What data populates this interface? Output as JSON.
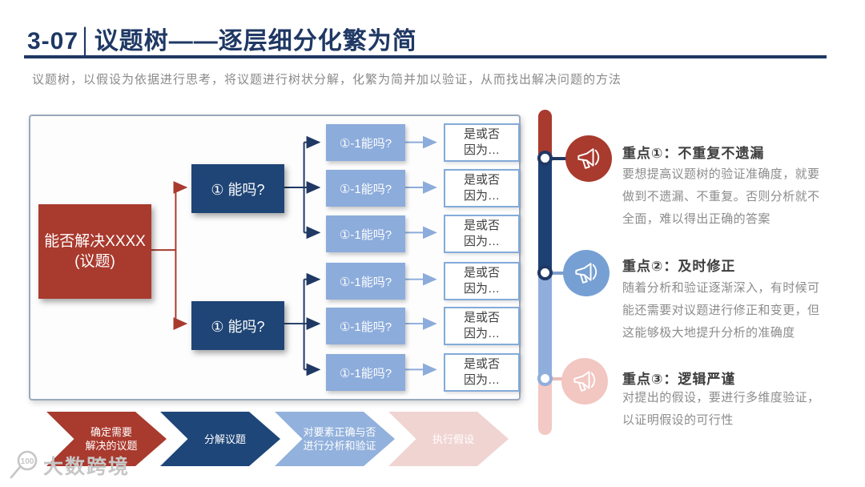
{
  "header": {
    "title_bold": "3-07│议题树",
    "title_rest": "——逐层细分化繁为简",
    "description": "议题树，以假设为依据进行思考，将议题进行树状分解，化繁为简并加以验证，从而找出解决问题的方法"
  },
  "diagram": {
    "root_label": "能否解决XXXX\n(议题)",
    "level1_label": "① 能吗?",
    "level2_label": "①-1能吗?",
    "result_label": "是或否\n因为…"
  },
  "points": [
    {
      "heading": "重点①：不重复不遗漏",
      "body": "要想提高议题树的验证准确度，就要\n做到不遗漏、不重复。否则分析就不\n全面，难以得出正确的答案",
      "circle_color": "#A93A2E"
    },
    {
      "heading": "重点②：及时修正",
      "body": "随着分析和验证逐渐深入，有时候可\n能还需要对议题进行修正和变更，但\n这能够极大地提升分析的准确度",
      "circle_color": "#76A0D4"
    },
    {
      "heading": "重点③：逻辑严谨",
      "body": "对提出的假设，要进行多维度验证，\n以证明假设的可行性",
      "circle_color": "#F2C6C1"
    }
  ],
  "flow": [
    {
      "label": "确定需要\n解决的议题",
      "color": "#A93A2E"
    },
    {
      "label": "分解议题",
      "color": "#1E4679"
    },
    {
      "label": "对要素正确与否\n进行分析和验证",
      "color": "#92B1DC"
    },
    {
      "label": "执行假设",
      "color": "#F0D4D2"
    }
  ],
  "timeline": {
    "seg_colors": [
      "#A93A2E",
      "#1E4174",
      "#8FAEDC",
      "#F2C9C4"
    ],
    "node_ring_colors": [
      "#1F3864",
      "#1F3864",
      "#8FAEDC"
    ],
    "link_colors": [
      "#1F3864",
      "#7D9ECB",
      "#E9BCB8"
    ]
  },
  "logo": {
    "text": "大数跨境"
  }
}
